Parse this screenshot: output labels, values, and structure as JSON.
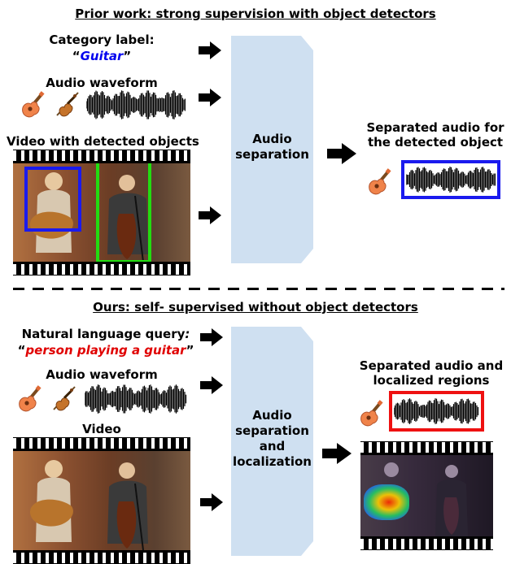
{
  "top": {
    "title": "Prior work: strong supervision with object detectors",
    "category_label": "Category label:",
    "category_value": "Guitar",
    "audio_label": "Audio waveform",
    "video_label": "Video with detected objects",
    "block_line1": "Audio",
    "block_line2": "separation",
    "output_line1": "Separated audio for",
    "output_line2": "the detected object"
  },
  "bottom": {
    "title": "Ours: self- supervised without object detectors",
    "query_label": "Natural language query",
    "query_colon": ":",
    "query_value": "person playing a guitar",
    "audio_label": "Audio waveform",
    "video_label": "Video",
    "block_line1": "Audio",
    "block_line2": "separation",
    "block_line3": "and",
    "block_line4": "localization",
    "output_line1": "Separated audio and",
    "output_line2": "localized regions"
  },
  "quote_open": "“",
  "quote_close": "”",
  "colors": {
    "block_fill": "#cfe0f1",
    "query_red": "#e00000",
    "category_blue": "#0000ee",
    "box_blue": "#1a1aee",
    "box_green": "#22dd11",
    "box_red": "#ee1111"
  },
  "icons": [
    "guitar-icon",
    "violin-icon",
    "waveform-icon",
    "arrow-right-icon",
    "filmstrip-icon"
  ]
}
